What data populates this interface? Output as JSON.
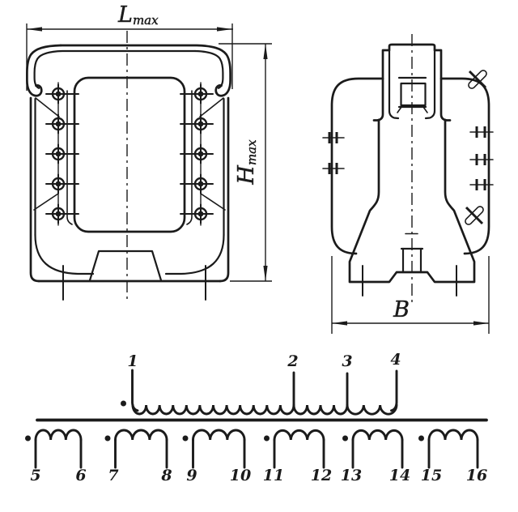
{
  "title": "Transformer outline drawing and winding schematic",
  "colors": {
    "ink": "#1b1b1b",
    "background": "#ffffff"
  },
  "front_view": {
    "dim_width": {
      "symbol": "L",
      "subscript": "max"
    },
    "dim_height": {
      "symbol": "H",
      "subscript": "max"
    }
  },
  "side_view": {
    "dim_depth": {
      "symbol": "B",
      "subscript": ""
    }
  },
  "schematic": {
    "primary": {
      "taps": [
        "1",
        "2",
        "3",
        "4"
      ]
    },
    "secondaries": [
      {
        "start": "5",
        "end": "6"
      },
      {
        "start": "7",
        "end": "8"
      },
      {
        "start": "9",
        "end": "10"
      },
      {
        "start": "11",
        "end": "12"
      },
      {
        "start": "13",
        "end": "14"
      },
      {
        "start": "15",
        "end": "16"
      }
    ]
  }
}
